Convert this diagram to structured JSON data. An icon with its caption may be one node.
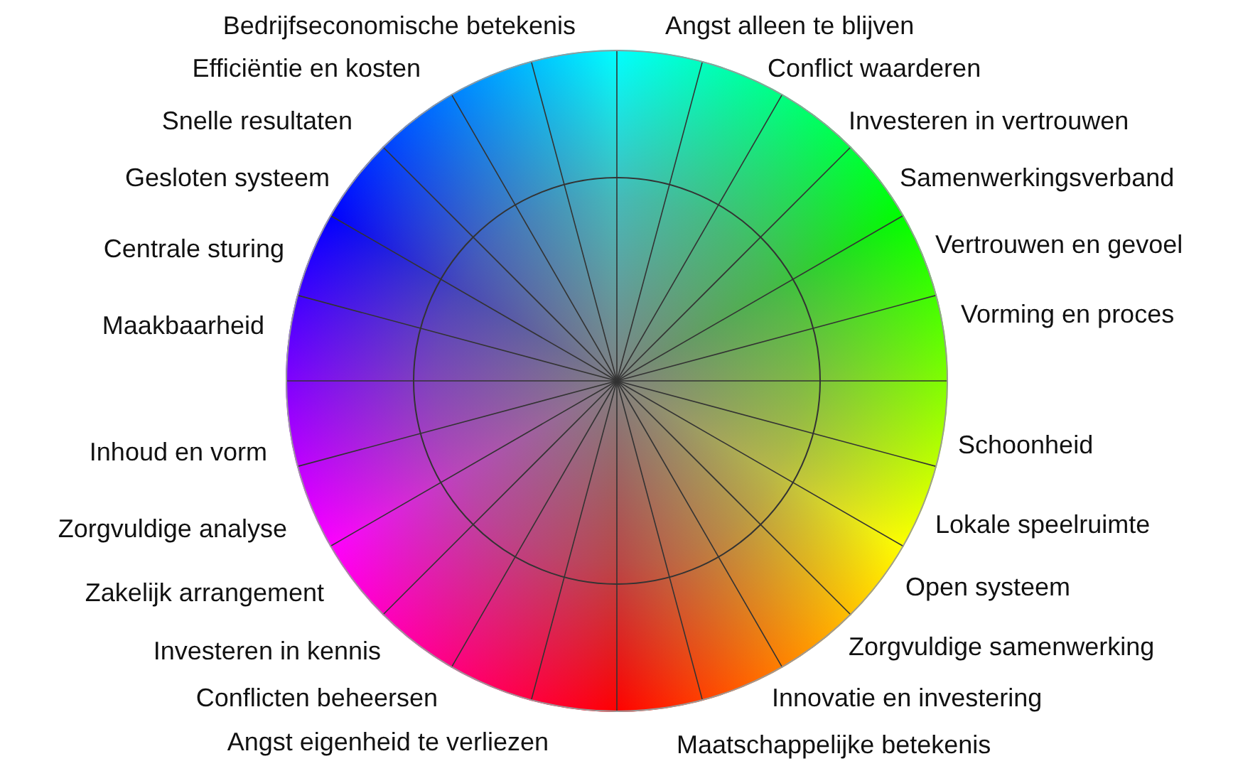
{
  "diagram": {
    "labels": [
      "Bedrijfseconomische betekenis",
      "Angst alleen te blijven",
      "Efficiëntie en kosten",
      "Conflict waarderen",
      "Snelle resultaten",
      "Investeren in vertrouwen",
      "Gesloten systeem",
      "Samenwerkingsverband",
      "Centrale sturing",
      "Vertrouwen en gevoel",
      "Maakbaarheid",
      "Vorming en proces",
      "Inhoud en vorm",
      "Schoonheid",
      "Zorgvuldige analyse",
      "Lokale speelruimte",
      "Zakelijk arrangement",
      "Open systeem",
      "Investeren in kennis",
      "Zorgvuldige samenwerking",
      "Conflicten beheersen",
      "Innovatie en investering",
      "Angst eigenheid te verliezen",
      "Maatschappelijke betekenis"
    ]
  }
}
